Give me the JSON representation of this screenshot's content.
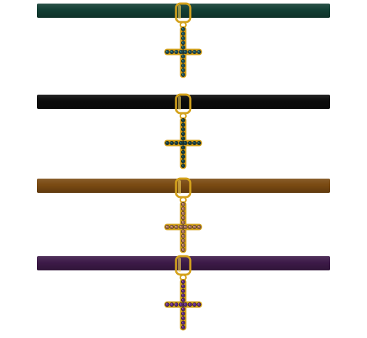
{
  "chokers": [
    {
      "id": "green",
      "band_color": "#123f34",
      "stone_color": "#1d4f5a",
      "stone_highlight": "#3f8c8a"
    },
    {
      "id": "black",
      "band_color": "#0b0b0b",
      "stone_color": "#173f44",
      "stone_highlight": "#2f7070"
    },
    {
      "id": "brown",
      "band_color": "#7a4a12",
      "stone_color": "#a8725a",
      "stone_highlight": "#d8a488"
    },
    {
      "id": "purple",
      "band_color": "#3d1a48",
      "stone_color": "#5d2a7a",
      "stone_highlight": "#9a5ab8"
    }
  ],
  "metal_color": "#d4a21c",
  "metal_highlight": "#f2cf57",
  "background_color": "#ffffff",
  "cross": {
    "vertical_stones": 11,
    "horizontal_stones": 8
  }
}
